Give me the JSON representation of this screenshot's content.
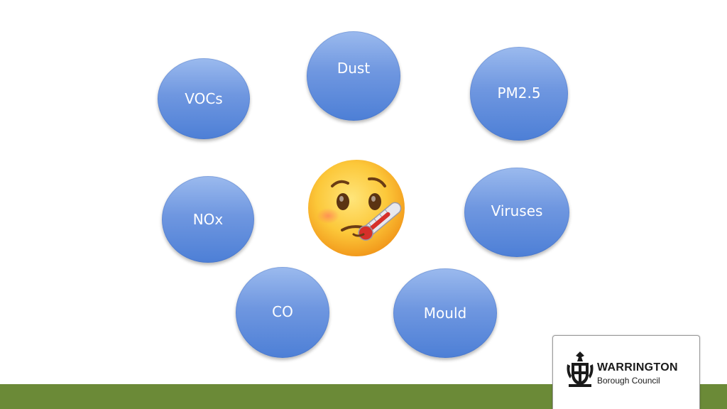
{
  "bubbles": [
    {
      "label": "Dust"
    },
    {
      "label": "PM2.5"
    },
    {
      "label": "VOCs"
    },
    {
      "label": "NOx"
    },
    {
      "label": "Viruses"
    },
    {
      "label": "CO"
    },
    {
      "label": "Mould"
    }
  ],
  "center_icon": "face-with-thermometer-icon",
  "logo": {
    "name": "WARRINGTON",
    "subtitle": "Borough Council"
  },
  "colors": {
    "bubble": "#6f97e0",
    "footer": "#6b8a37",
    "text": "#ffffff"
  }
}
